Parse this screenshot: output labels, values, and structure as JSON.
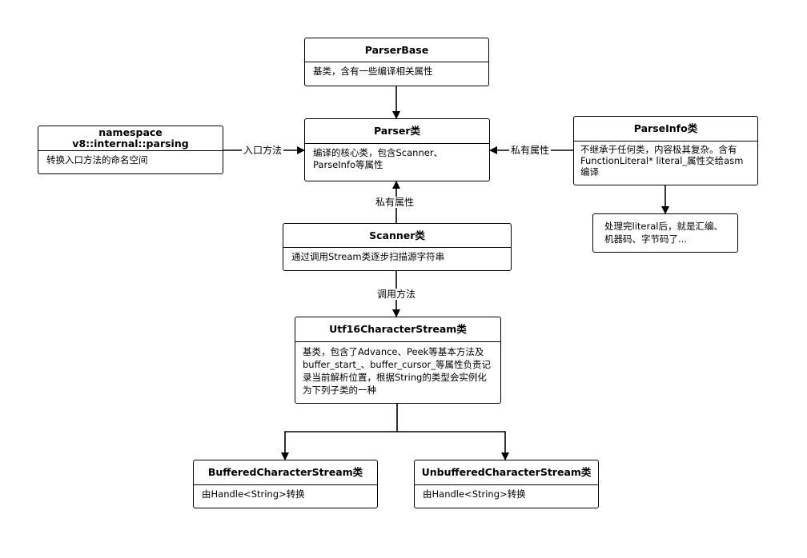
{
  "nodes": {
    "parser_base": {
      "title": "ParserBase",
      "desc": "基类，含有一些编译相关属性"
    },
    "namespace": {
      "title": "namespace v8::internal::parsing",
      "desc": "转换入口方法的命名空间"
    },
    "parser": {
      "title": "Parser类",
      "desc": "编译的核心类，包含Scanner、ParseInfo等属性"
    },
    "parse_info": {
      "title": "ParseInfo类",
      "desc": "不继承于任何类，内容极其复杂。含有FunctionLiteral* literal_属性交给asm编译"
    },
    "literal_note": {
      "desc": "处理完literal后，就是汇编、机器码、字节码了..."
    },
    "scanner": {
      "title": "Scanner类",
      "desc": "通过调用Stream类逐步扫描源字符串"
    },
    "utf16": {
      "title": "Utf16CharacterStream类",
      "desc": "基类，包含了Advance、Peek等基本方法及buffer_start_、buffer_cursor_等属性负责记录当前解析位置，根据String的类型会实例化为下列子类的一种"
    },
    "buffered": {
      "title": "BufferedCharacterStream类",
      "desc": "由Handle<String>转换"
    },
    "unbuffered": {
      "title": "UnbufferedCharacterStream类",
      "desc": "由Handle<String>转换"
    }
  },
  "edges": {
    "entry_method": "入口方法",
    "private_attr_info": "私有属性",
    "private_attr_scanner": "私有属性",
    "call_method": "调用方法"
  }
}
